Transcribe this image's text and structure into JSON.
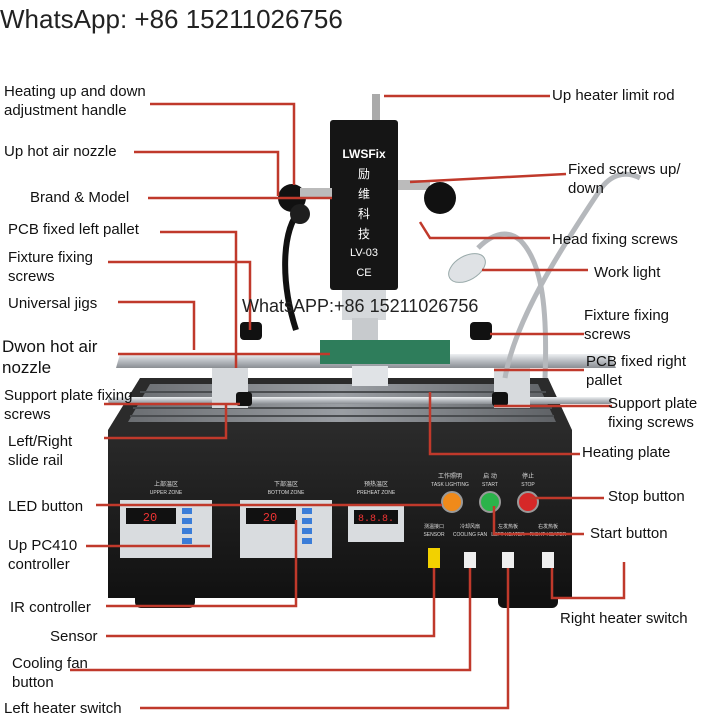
{
  "header": {
    "contact": "WhatsApp: +86 15211026756"
  },
  "watermark": "WhatsAPP:+86 15211026756",
  "machine": {
    "brand_logo": "LWSFix",
    "brand_chinese": [
      "励",
      "维",
      "科",
      "技"
    ],
    "model": "LV-03",
    "ce_mark": "CE",
    "zones": {
      "upper": {
        "cn": "上部温区",
        "en": "UPPER ZONE"
      },
      "bottom": {
        "cn": "下部温区",
        "en": "BOTTOM ZONE"
      },
      "preheat": {
        "cn": "预热温区",
        "en": "PREHEAT ZONE"
      }
    },
    "buttons": {
      "task_lighting": {
        "cn": "工作照明",
        "en": "TASK LIGHTING"
      },
      "start": {
        "cn": "启 动",
        "en": "START"
      },
      "stop": {
        "cn": "停止",
        "en": "STOP"
      }
    },
    "switches": {
      "sensor": {
        "cn": "测温接口",
        "en": "SENSOR"
      },
      "cooling_fan": {
        "cn": "冷却风扇",
        "en": "COOLING FAN"
      },
      "left_heater": {
        "cn": "左发热板",
        "en": "LEFT HEATER"
      },
      "right_heater": {
        "cn": "右发热板",
        "en": "RIGHT HEATER"
      }
    },
    "display_upper": "20",
    "display_bottom": "20",
    "display_preheat": "8.8.8."
  },
  "labels": {
    "heating_handle": [
      "Heating up and down",
      "adjustment handle"
    ],
    "up_nozzle": "Up hot air nozzle",
    "brand_model": "Brand & Model",
    "pcb_left": "PCB fixed left pallet",
    "fixture_left": [
      "Fixture fixing",
      "screws"
    ],
    "universal_jigs": "Universal jigs",
    "down_nozzle": [
      "Dwon hot air",
      "nozzle"
    ],
    "support_left": [
      "Support plate fixing",
      "screws"
    ],
    "slide_rail": [
      "Left/Right",
      "slide rail"
    ],
    "led_button": "LED button",
    "up_pc410": [
      "Up PC410",
      "controller"
    ],
    "ir_controller": "IR controller",
    "sensor": "Sensor",
    "cooling_fan": [
      "Cooling fan",
      "button"
    ],
    "left_heater": "Left heater switch",
    "up_limit_rod": "Up heater limit rod",
    "fixed_screws": [
      "Fixed screws up/",
      "down"
    ],
    "head_screws": "Head fixing screws",
    "work_light": "Work light",
    "fixture_right": [
      "Fixture fixing",
      "screws"
    ],
    "pcb_right": [
      "PCB fixed right",
      "pallet"
    ],
    "support_right": [
      "Support plate",
      "fixing screws"
    ],
    "heating_plate": "Heating plate",
    "stop_button": "Stop button",
    "start_button": "Start button",
    "right_heater": "Right heater switch"
  },
  "colors": {
    "leader": "#c0392b",
    "body": "#1b1b1b",
    "steel": "#c9ccd0"
  }
}
